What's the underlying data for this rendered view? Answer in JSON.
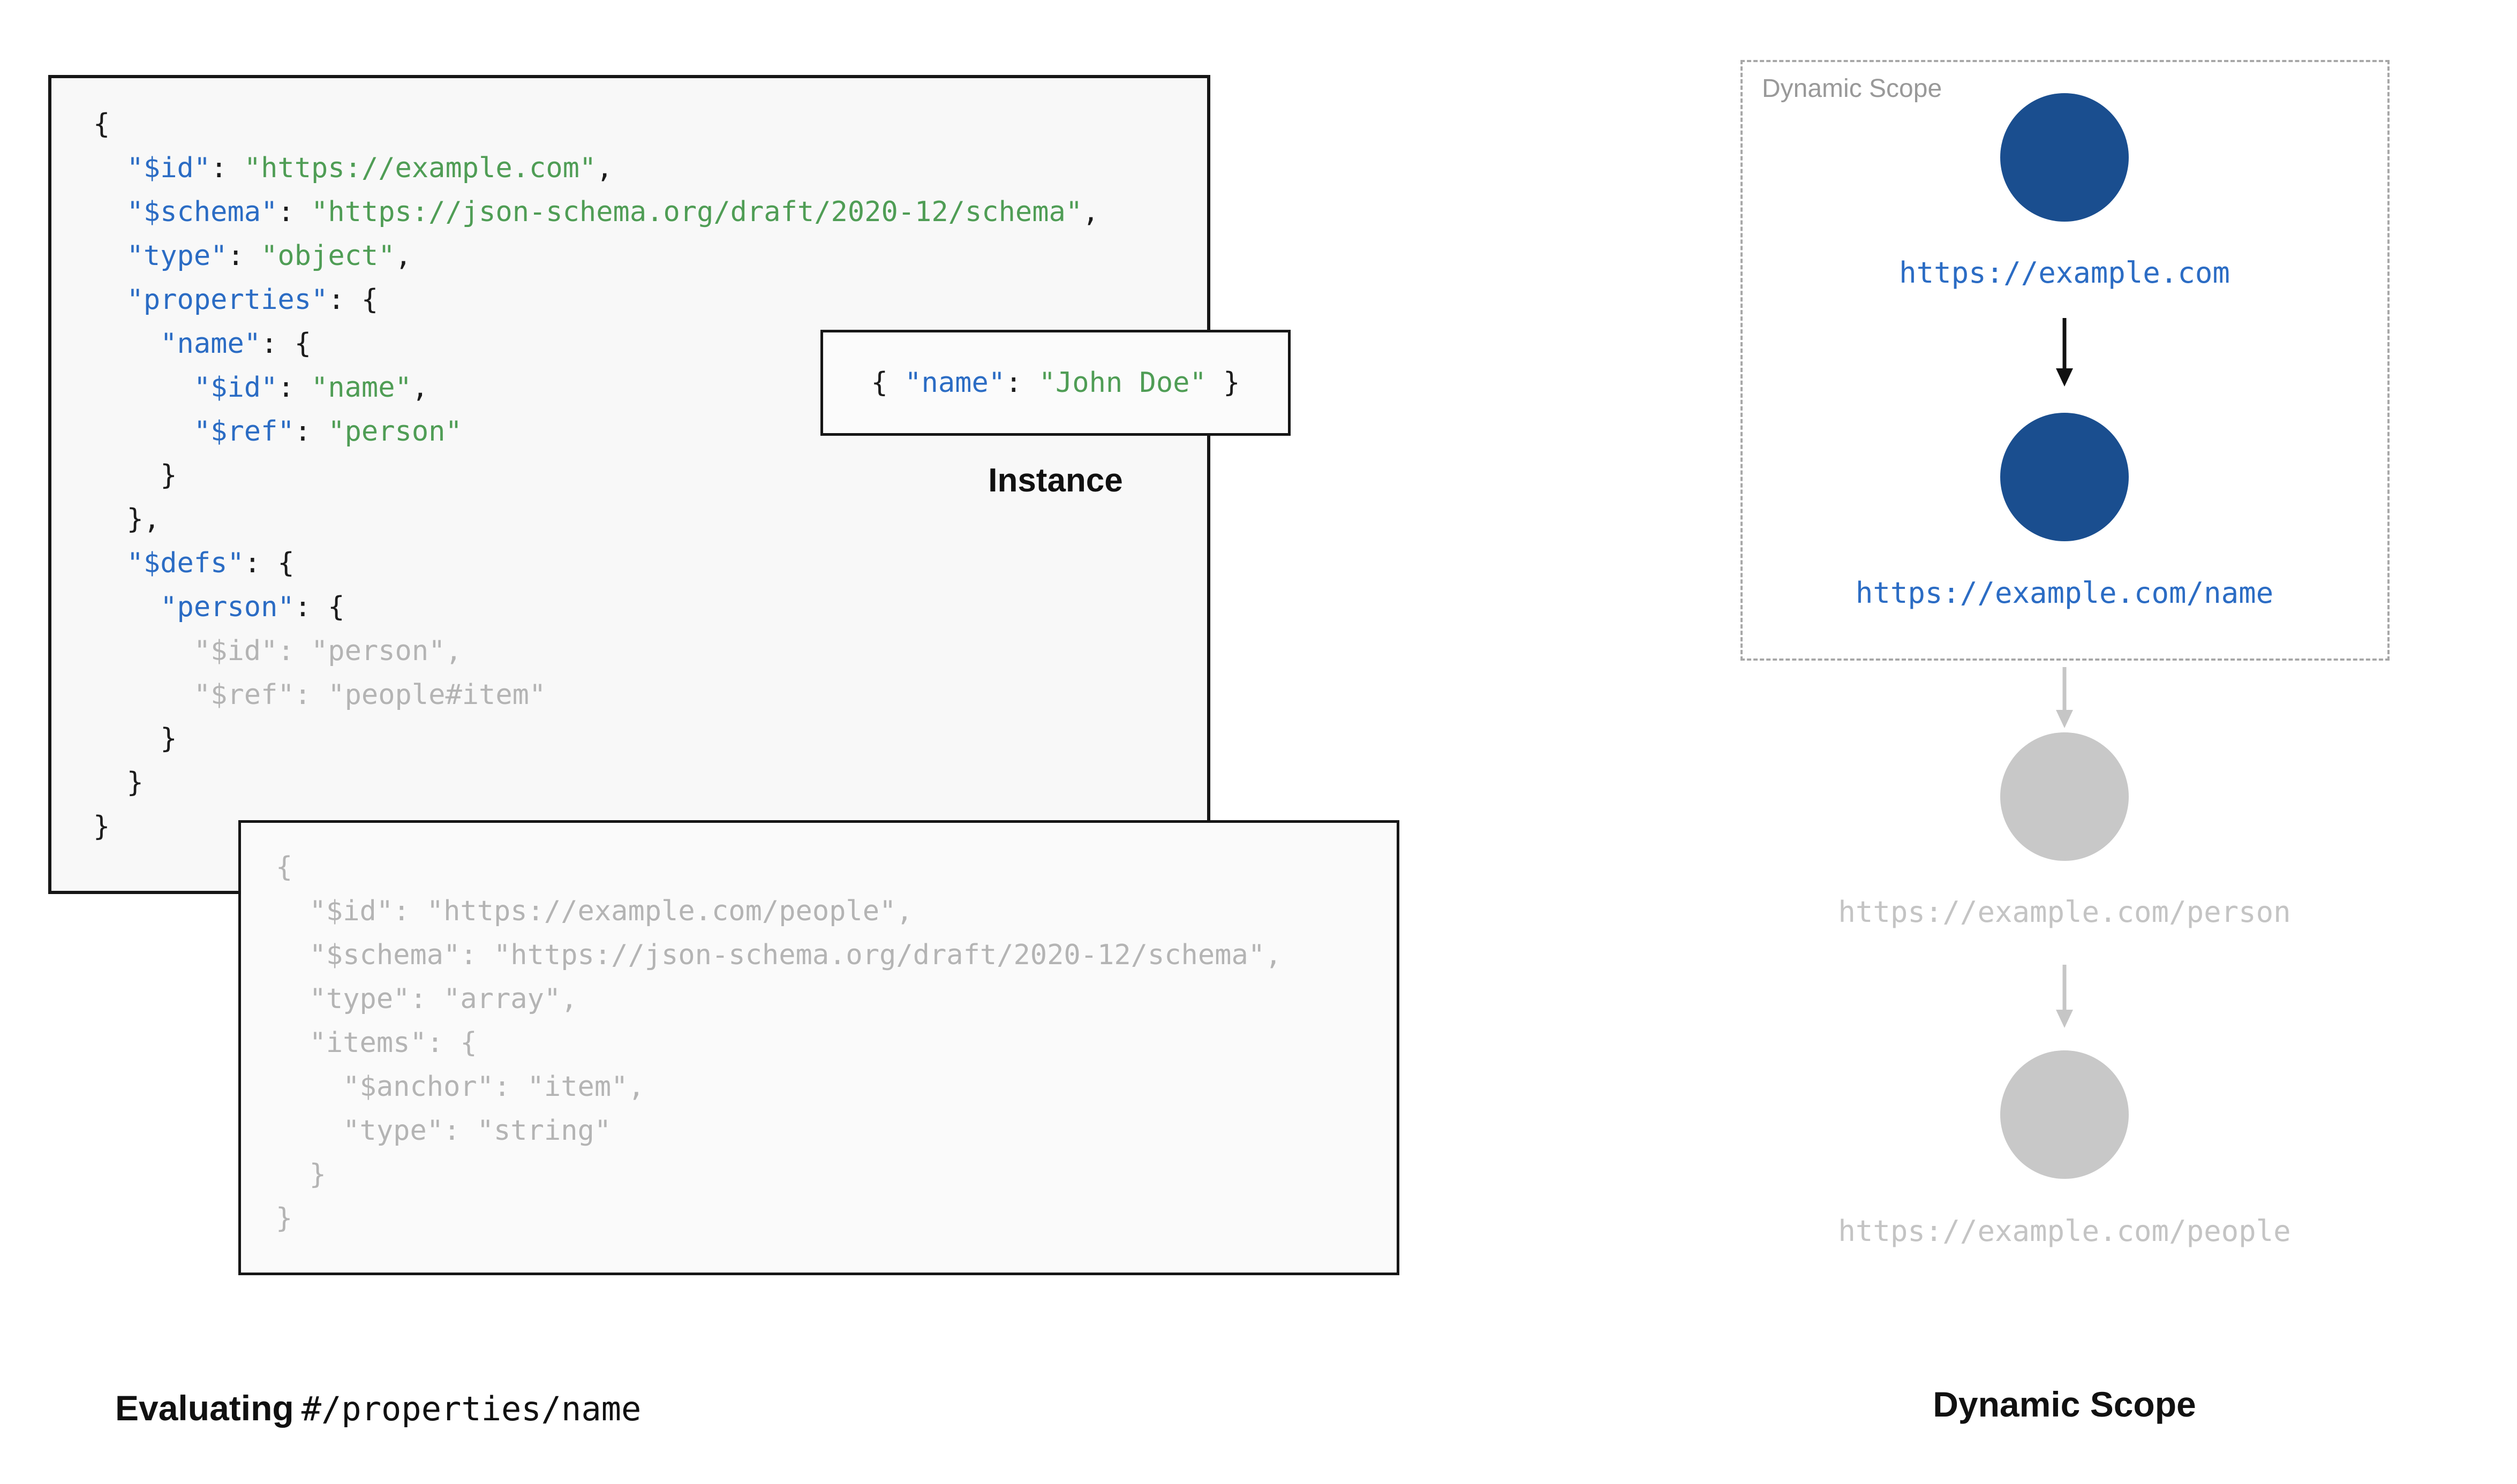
{
  "palette": {
    "key_blue": "#2b6cc4",
    "value_green": "#4f9d55",
    "muted_gray": "#b4b4b4",
    "node_blue": "#1a4e8f",
    "node_gray": "#c8c8c8",
    "link_blue": "#2b6cc4",
    "link_gray": "#c4c4c4",
    "box_background": "#f8f8f8",
    "box_border": "#161616"
  },
  "main_schema": {
    "code": [
      [
        {
          "t": "{",
          "c": "p"
        }
      ],
      [
        {
          "t": "  ",
          "c": "p"
        },
        {
          "t": "\"$id\"",
          "c": "k"
        },
        {
          "t": ": ",
          "c": "p"
        },
        {
          "t": "\"https://example.com\"",
          "c": "v"
        },
        {
          "t": ",",
          "c": "p"
        }
      ],
      [
        {
          "t": "  ",
          "c": "p"
        },
        {
          "t": "\"$schema\"",
          "c": "k"
        },
        {
          "t": ": ",
          "c": "p"
        },
        {
          "t": "\"https://json-schema.org/draft/2020-12/schema\"",
          "c": "v"
        },
        {
          "t": ",",
          "c": "p"
        }
      ],
      [
        {
          "t": "  ",
          "c": "p"
        },
        {
          "t": "\"type\"",
          "c": "k"
        },
        {
          "t": ": ",
          "c": "p"
        },
        {
          "t": "\"object\"",
          "c": "v"
        },
        {
          "t": ",",
          "c": "p"
        }
      ],
      [
        {
          "t": "  ",
          "c": "p"
        },
        {
          "t": "\"properties\"",
          "c": "k"
        },
        {
          "t": ": {",
          "c": "p"
        }
      ],
      [
        {
          "t": "    ",
          "c": "p"
        },
        {
          "t": "\"name\"",
          "c": "k"
        },
        {
          "t": ": {",
          "c": "p"
        }
      ],
      [
        {
          "t": "      ",
          "c": "p"
        },
        {
          "t": "\"$id\"",
          "c": "k"
        },
        {
          "t": ": ",
          "c": "p"
        },
        {
          "t": "\"name\"",
          "c": "v"
        },
        {
          "t": ",",
          "c": "p"
        }
      ],
      [
        {
          "t": "      ",
          "c": "p"
        },
        {
          "t": "\"$ref\"",
          "c": "k"
        },
        {
          "t": ": ",
          "c": "p"
        },
        {
          "t": "\"person\"",
          "c": "v"
        }
      ],
      [
        {
          "t": "    }",
          "c": "p"
        }
      ],
      [
        {
          "t": "  },",
          "c": "p"
        }
      ],
      [
        {
          "t": "  ",
          "c": "p"
        },
        {
          "t": "\"$defs\"",
          "c": "k"
        },
        {
          "t": ": {",
          "c": "p"
        }
      ],
      [
        {
          "t": "    ",
          "c": "p"
        },
        {
          "t": "\"person\"",
          "c": "k"
        },
        {
          "t": ": {",
          "c": "p"
        }
      ],
      [
        {
          "t": "      \"$id\": \"person\",",
          "c": "g"
        }
      ],
      [
        {
          "t": "      \"$ref\": \"people#item\"",
          "c": "g"
        }
      ],
      [
        {
          "t": "    }",
          "c": "p"
        }
      ],
      [
        {
          "t": "  }",
          "c": "p"
        }
      ],
      [
        {
          "t": "}",
          "c": "p"
        }
      ]
    ]
  },
  "people_schema": {
    "code": [
      [
        {
          "t": "{",
          "c": "g"
        }
      ],
      [
        {
          "t": "  \"$id\": \"https://example.com/people\",",
          "c": "g"
        }
      ],
      [
        {
          "t": "  \"$schema\": \"https://json-schema.org/draft/2020-12/schema\",",
          "c": "g"
        }
      ],
      [
        {
          "t": "  \"type\": \"array\",",
          "c": "g"
        }
      ],
      [
        {
          "t": "  \"items\": {",
          "c": "g"
        }
      ],
      [
        {
          "t": "    \"$anchor\": \"item\",",
          "c": "g"
        }
      ],
      [
        {
          "t": "    \"type\": \"string\"",
          "c": "g"
        }
      ],
      [
        {
          "t": "  }",
          "c": "g"
        }
      ],
      [
        {
          "t": "}",
          "c": "g"
        }
      ]
    ]
  },
  "instance": {
    "label": "Instance",
    "code": [
      [
        {
          "t": "{ ",
          "c": "p"
        },
        {
          "t": "\"name\"",
          "c": "k"
        },
        {
          "t": ": ",
          "c": "p"
        },
        {
          "t": "\"John Doe\"",
          "c": "v"
        },
        {
          "t": " }",
          "c": "p"
        }
      ]
    ]
  },
  "caption_left": {
    "bold": "Evaluating",
    "code": "#/properties/name"
  },
  "scope": {
    "box_label": "Dynamic Scope",
    "caption": "Dynamic Scope",
    "nodes": [
      {
        "url": "https://example.com",
        "state": "active"
      },
      {
        "url": "https://example.com/name",
        "state": "active"
      },
      {
        "url": "https://example.com/person",
        "state": "inactive"
      },
      {
        "url": "https://example.com/people",
        "state": "inactive"
      }
    ]
  }
}
